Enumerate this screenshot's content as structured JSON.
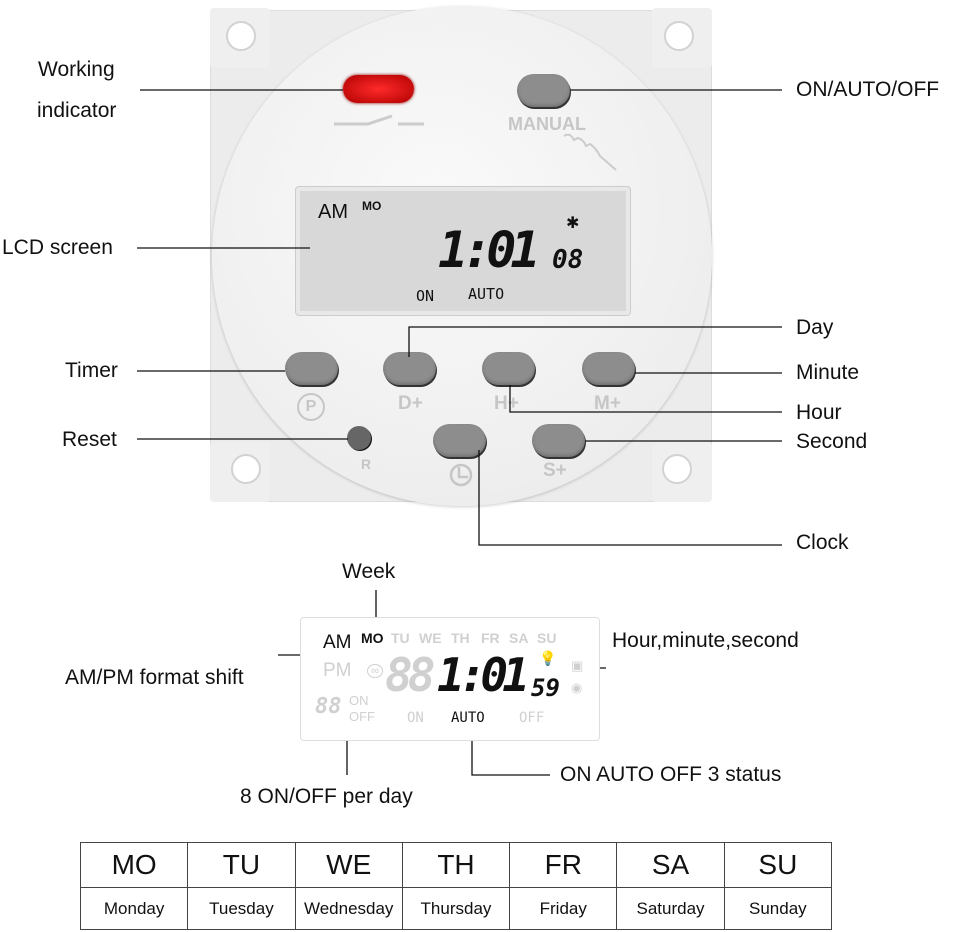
{
  "callouts": {
    "working_indicator": [
      "Working",
      "indicator"
    ],
    "on_auto_off": "ON/AUTO/OFF",
    "lcd_screen": "LCD screen",
    "day": "Day",
    "timer": "Timer",
    "minute": "Minute",
    "hour": "Hour",
    "reset": "Reset",
    "second": "Second",
    "clock": "Clock"
  },
  "device": {
    "manual_label": "MANUAL",
    "lcd": {
      "am": "AM",
      "day": "MO",
      "time": "1:01",
      "seconds": "08",
      "on": "ON",
      "auto": "AUTO"
    },
    "buttons": {
      "timer": "P",
      "day": "D+",
      "hour": "H+",
      "minute": "M+",
      "reset": "R",
      "second": "S+"
    }
  },
  "lcd_diagram": {
    "week_label": "Week",
    "ampm_label": "AM/PM format shift",
    "hms_label": "Hour,minute,second",
    "onoff_label": "8 ON/OFF per day",
    "status_label": "ON AUTO OFF 3 status",
    "am": "AM",
    "pm": "PM",
    "days": [
      "MO",
      "TU",
      "WE",
      "TH",
      "FR",
      "SA",
      "SU"
    ],
    "time_dim": "88",
    "time": "1:01",
    "seconds": "59",
    "prog_on": "ON",
    "prog_off": "OFF",
    "on": "ON",
    "auto": "AUTO",
    "off": "OFF"
  },
  "day_table": {
    "abbr": [
      "MO",
      "TU",
      "WE",
      "TH",
      "FR",
      "SA",
      "SU"
    ],
    "full": [
      "Monday",
      "Tuesday",
      "Wednesday",
      "Thursday",
      "Friday",
      "Saturday",
      "Sunday"
    ]
  }
}
